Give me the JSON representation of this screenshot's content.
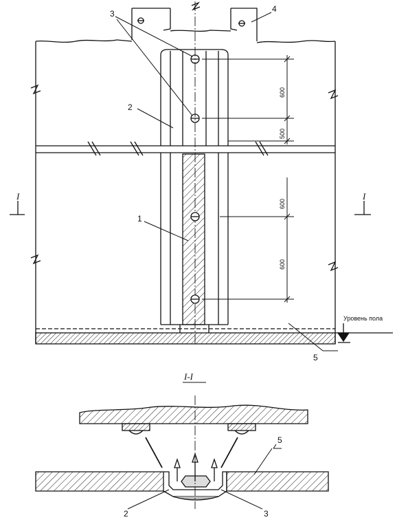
{
  "callouts": {
    "c1": "1",
    "c2": "2",
    "c3": "3",
    "c4": "4",
    "c5": "5"
  },
  "dimensions": {
    "d600_top": "600",
    "d500": "500",
    "d600_mid": "600",
    "d600_low": "600"
  },
  "section_marks": {
    "left": "I",
    "right": "I",
    "title": "I-I"
  },
  "floor_level": "Уровень пола",
  "section_callouts": {
    "c5": "5",
    "c2": "2",
    "c3": "3"
  }
}
